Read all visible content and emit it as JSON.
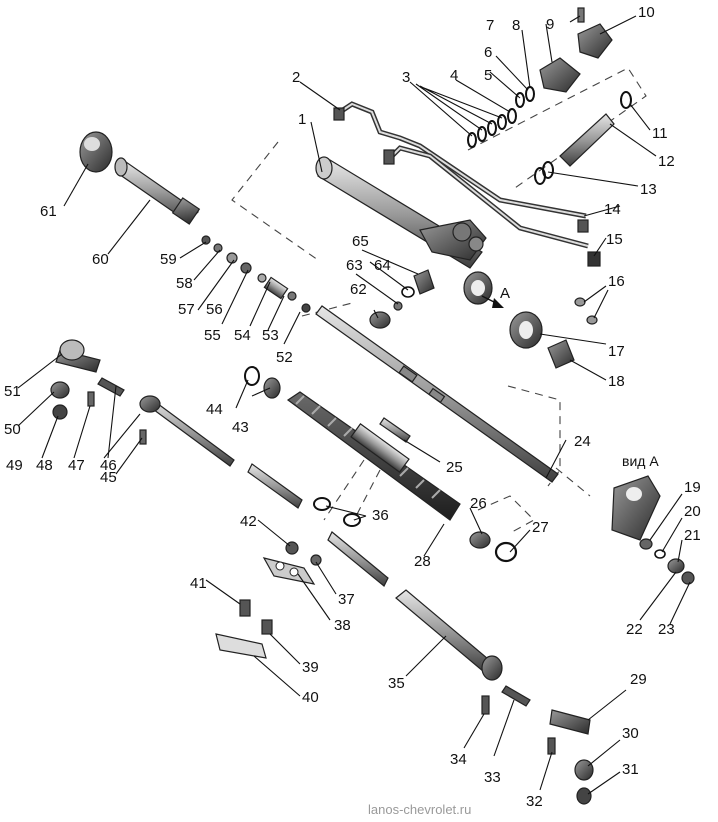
{
  "diagram": {
    "view_label": "вид А",
    "view_marker": "А",
    "watermark": "lanos-chevrolet.ru",
    "callouts": [
      "1",
      "2",
      "3",
      "4",
      "5",
      "6",
      "7",
      "8",
      "9",
      "10",
      "11",
      "12",
      "13",
      "14",
      "15",
      "16",
      "17",
      "18",
      "19",
      "20",
      "21",
      "22",
      "23",
      "24",
      "25",
      "26",
      "27",
      "28",
      "29",
      "30",
      "31",
      "32",
      "33",
      "34",
      "35",
      "36",
      "37",
      "38",
      "39",
      "40",
      "41",
      "42",
      "43",
      "44",
      "45",
      "46",
      "47",
      "48",
      "49",
      "50",
      "51",
      "52",
      "53",
      "54",
      "55",
      "56",
      "57",
      "58",
      "59",
      "60",
      "61",
      "62",
      "63",
      "64",
      "65"
    ]
  },
  "colors": {
    "metal_dark": "#4a4a4a",
    "metal_mid": "#8a8a8a",
    "metal_light": "#cfcfcf",
    "line": "#111111"
  }
}
